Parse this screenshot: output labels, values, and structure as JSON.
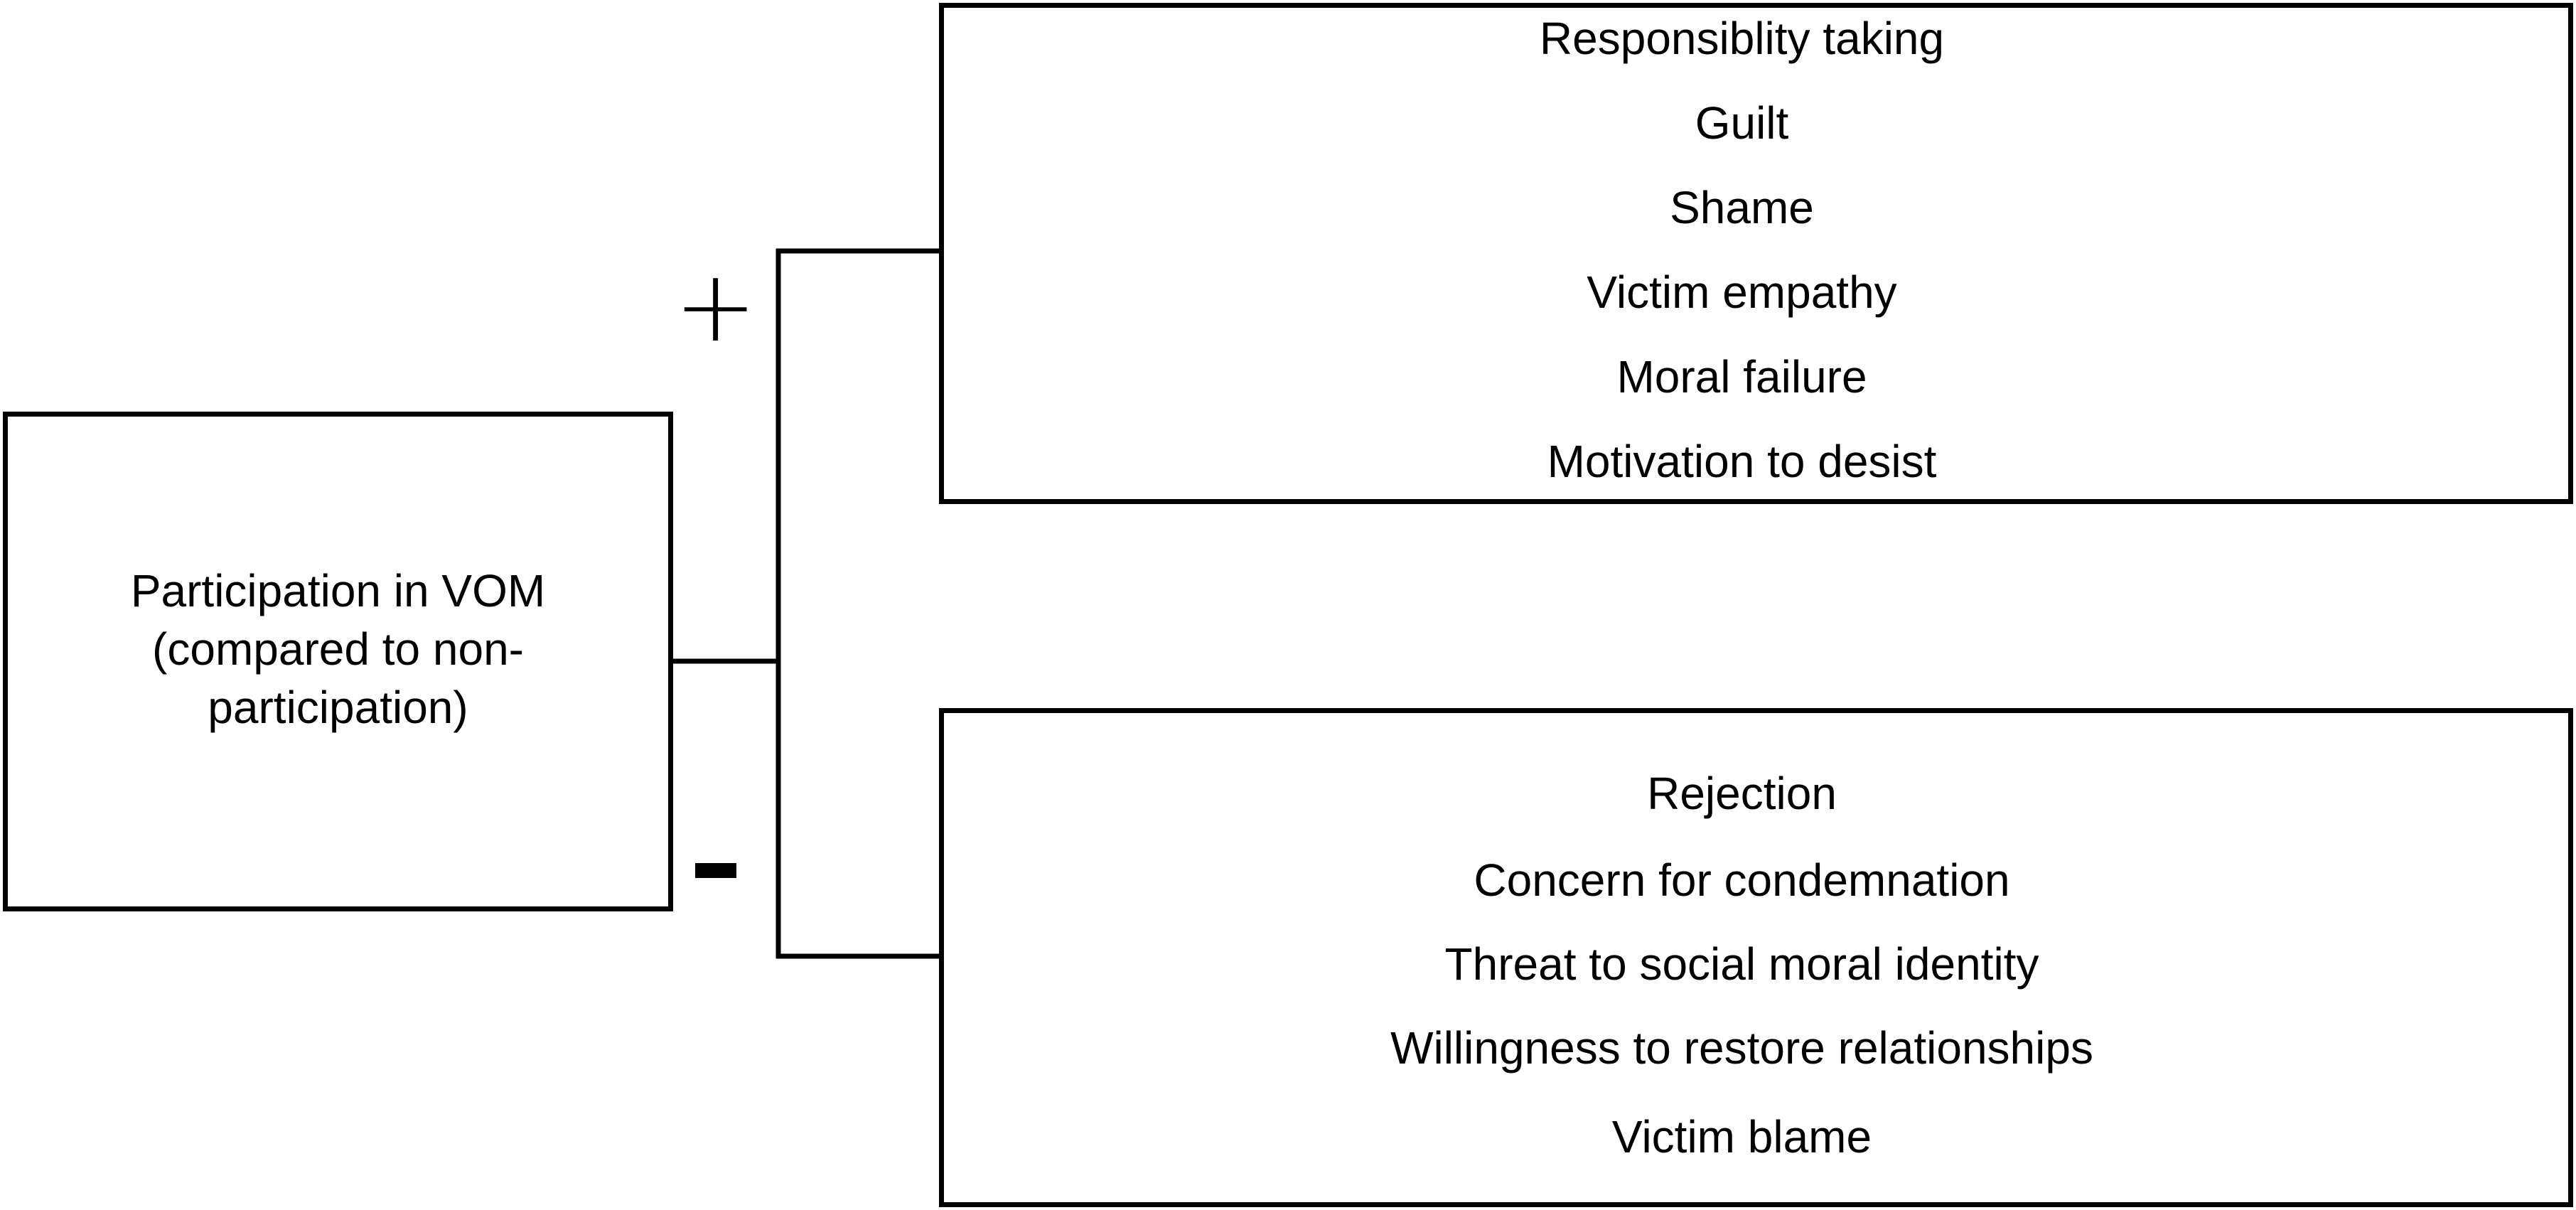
{
  "source": {
    "label": "Participation in VOM\n(compared to non-\nparticipation)"
  },
  "signs": {
    "positive": "+",
    "negative": "-"
  },
  "positive_outcomes": [
    "Responsiblity taking",
    "Guilt",
    "Shame",
    "Victim empathy",
    "Moral failure",
    "Motivation to desist"
  ],
  "negative_outcomes": [
    "Rejection",
    "Concern for condemnation",
    "Threat to social moral identity",
    "Willingness to restore relationships",
    "Victim blame"
  ],
  "colors": {
    "stroke": "#000000",
    "background": "#ffffff"
  }
}
